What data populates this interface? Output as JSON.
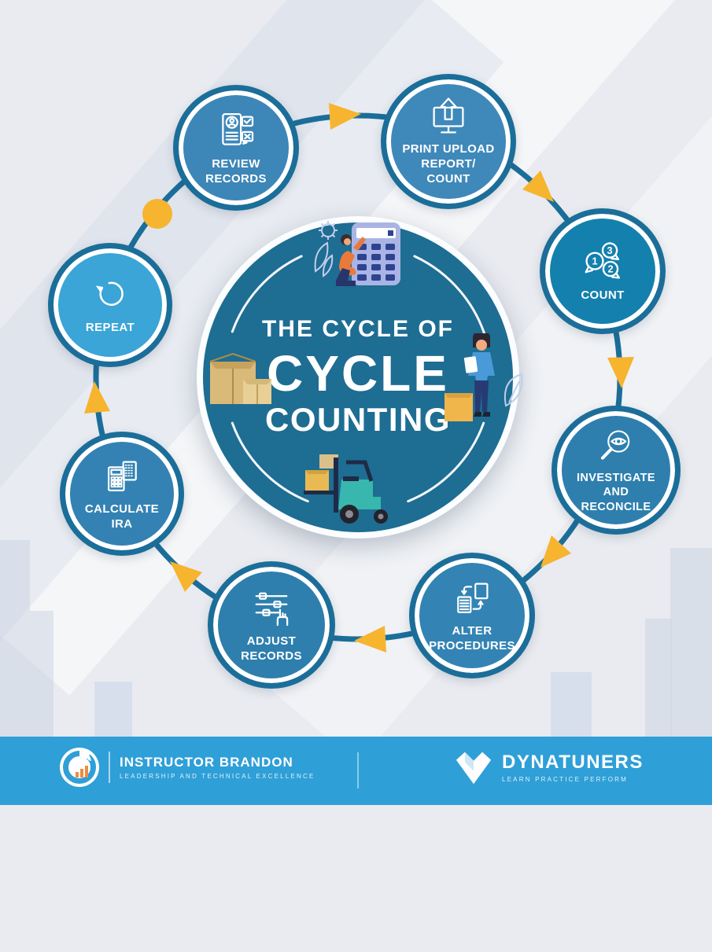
{
  "center": {
    "line1": "THE CYCLE OF",
    "line2": "CYCLE",
    "line3": "COUNTING"
  },
  "cycle": {
    "nodes": [
      {
        "label": "REVIEW\nRECORDS",
        "icon": "review-records-icon"
      },
      {
        "label": "PRINT UPLOAD\nREPORT/\nCOUNT",
        "icon": "print-upload-icon"
      },
      {
        "label": "COUNT",
        "icon": "count-icon"
      },
      {
        "label": "INVESTIGATE\nAND\nRECONCILE",
        "icon": "investigate-icon"
      },
      {
        "label": "ALTER\nPROCEDURES",
        "icon": "alter-procedures-icon"
      },
      {
        "label": "ADJUST\nRECORDS",
        "icon": "adjust-records-icon"
      },
      {
        "label": "CALCULATE\nIRA",
        "icon": "calculate-ira-icon"
      },
      {
        "label": "REPEAT",
        "icon": "repeat-icon"
      }
    ],
    "count_digits": [
      "1",
      "3",
      "2"
    ]
  },
  "footer": {
    "left": {
      "name": "INSTRUCTOR BRANDON",
      "tagline": "LEADERSHIP AND TECHNICAL EXCELLENCE"
    },
    "right": {
      "name": "DYNATUNERS",
      "tagline": "LEARN  PRACTICE  PERFORM"
    }
  },
  "colors": {
    "ring": "#1b6e99",
    "arrow": "#f6b42f",
    "footer_bg": "#2f9fd8",
    "center_fill": "#1e6d93",
    "node_fills": [
      "#3d86b8",
      "#3f88ba",
      "#1480ae",
      "#2e7fae",
      "#3384b4",
      "#2e7fae",
      "#3482b3",
      "#3aa5d6"
    ]
  }
}
